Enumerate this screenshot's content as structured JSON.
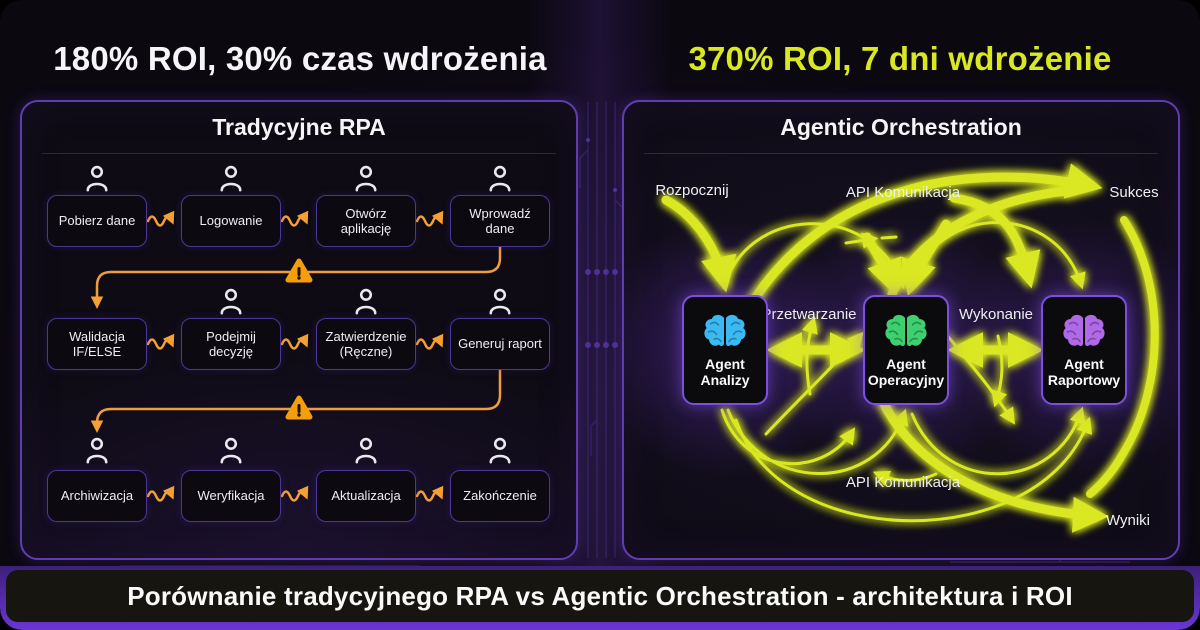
{
  "headers": {
    "left": "180% ROI, 30% czas wdrożenia",
    "right": "370% ROI, 7 dni wdrożenie"
  },
  "footer": {
    "caption": "Porównanie tradycyjnego RPA vs Agentic Orchestration - architektura i ROI"
  },
  "rpa": {
    "title": "Tradycyjne RPA",
    "rows": [
      {
        "steps": [
          {
            "label": "Pobierz dane"
          },
          {
            "label": "Logowanie"
          },
          {
            "label": "Otwórz aplikację"
          },
          {
            "label": "Wprowadź dane"
          }
        ]
      },
      {
        "steps": [
          {
            "label": "Walidacja IF/ELSE"
          },
          {
            "label": "Podejmij decyzję"
          },
          {
            "label": "Zatwierdzenie (Ręczne)"
          },
          {
            "label": "Generuj raport"
          }
        ]
      },
      {
        "steps": [
          {
            "label": "Archiwizacja"
          },
          {
            "label": "Weryfikacja"
          },
          {
            "label": "Aktualizacja"
          },
          {
            "label": "Zakończenie"
          }
        ]
      }
    ]
  },
  "agentic": {
    "title": "Agentic Orchestration",
    "agents": [
      {
        "label": "Agent Analizy",
        "brain_color": "#3bb9f4"
      },
      {
        "label": "Agent Operacyjny",
        "brain_color": "#3ecf6f"
      },
      {
        "label": "Agent Raportowy",
        "brain_color": "#b06ae8"
      }
    ],
    "labels": {
      "start": "Rozpocznij",
      "api_top": "API Komunikacja",
      "success": "Sukces",
      "processing": "Przetwarzanie",
      "execution": "Wykonanie",
      "api_bottom": "API Komunikacja",
      "results": "Wyniki"
    }
  },
  "colors": {
    "accent_orange": "#f5a033",
    "accent_lime": "#d9e821",
    "panel_border": "#5f3db0",
    "footer_purple": "#6a35d4",
    "headline_white": "#f5f5f7"
  }
}
